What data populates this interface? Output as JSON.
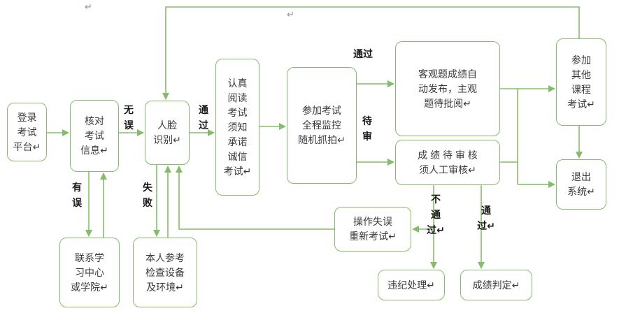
{
  "colors": {
    "green": "#84bd69",
    "node-text": "#3a3a3a",
    "label-text": "#171717",
    "mark": "#7f9b8f"
  },
  "nodes": {
    "login": "登录\n考试\n平台↵",
    "verify": "核对\n考试\n信息↵",
    "face": "人脸\n识别↵",
    "notice": "认真\n阅读\n考试\n须知\n承诺\n诚信\n考试↵",
    "exam": "参加考试\n全程监控\n随机抓拍↵",
    "objective": "客观题成绩自\n动发布，主观\n题待批阅↵",
    "review": "成 绩 待 审 核\n须人工审核↵",
    "other_course": "参加\n其他\n课程\n考试↵",
    "exit": "退出\n系统↵",
    "contact": "联系学\n习中心\n或学院↵",
    "equipment": "本人参考\n检查设备\n及环境↵",
    "retry": "操作失误\n重新考试↵",
    "violation": "违纪处理↵",
    "judgment": "成绩判定↵"
  },
  "labels": {
    "no_error": "无\n误",
    "pass_face": "通\n过",
    "pass_top": "通过",
    "pending": "待\n审",
    "has_error": "有\n误",
    "failed": "失\n败",
    "not_pass": "不\n通\n过↵",
    "pass_bottom": "通\n过↵"
  },
  "marks": {
    "m1": "↵",
    "m2": "↵"
  }
}
